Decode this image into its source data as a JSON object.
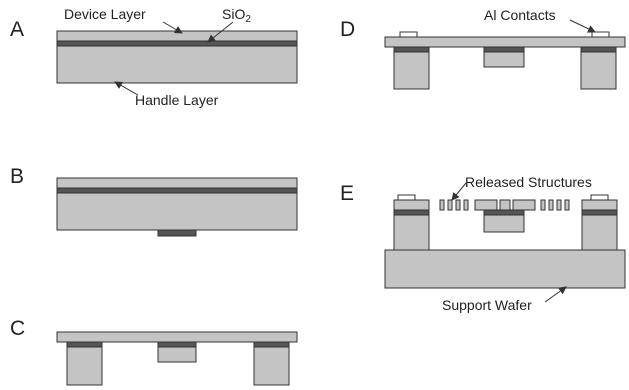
{
  "colors": {
    "gray": "#c4c4c4",
    "dark": "#555555",
    "stroke": "#333333",
    "contact": "#ffffff"
  },
  "steps": {
    "a": "A",
    "b": "B",
    "c": "C",
    "d": "D",
    "e": "E"
  },
  "labels": {
    "device_layer": "Device Layer",
    "sio2_base": "SiO",
    "sio2_sub": "2",
    "handle_layer": "Handle Layer",
    "al_contacts": "Al Contacts",
    "released_structures": "Released Structures",
    "support_wafer": "Support Wafer"
  }
}
